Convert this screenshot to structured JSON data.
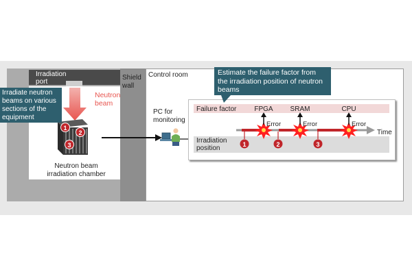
{
  "labels": {
    "irradiation_port": "Irradiation port",
    "shield_wall": "Shield wall",
    "control_room": "Control room",
    "neutron_beam": "Neutron beam",
    "chamber": "Neutron beam irradiation chamber",
    "pc": "PC for monitoring",
    "callout_left": "Irradiate neutron beams on various sections of the equipment",
    "callout_top": "Estimate the failure factor from the irradiation position of neutron beams"
  },
  "diagram": {
    "failure_factor_label": "Failure factor",
    "irradiation_position_label": "Irradiation position",
    "time_label": "Time",
    "components": [
      "FPGA",
      "SRAM",
      "CPU"
    ],
    "error_label": "Error",
    "positions": [
      "1",
      "2",
      "3"
    ]
  },
  "colors": {
    "callout": "#2e5f6e",
    "beam": "#e8554f",
    "marker": "#c0262b",
    "burst": "#ff2020",
    "burst_center": "#ffd84a"
  }
}
